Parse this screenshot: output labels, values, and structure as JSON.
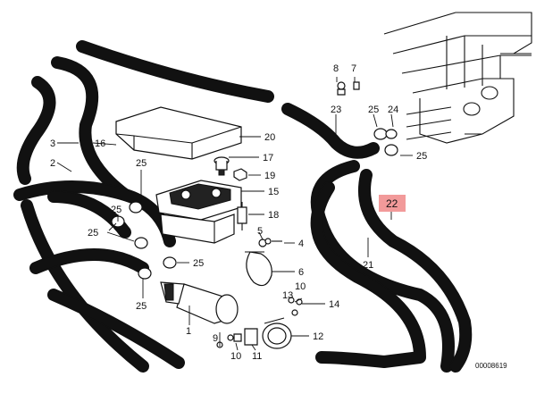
{
  "highlight_color": "#f29a9a",
  "callouts": {
    "c1": "1",
    "c2": "2",
    "c3": "3",
    "c4": "4",
    "c5": "5",
    "c6": "6",
    "c7": "7",
    "c8": "8",
    "c9": "9",
    "c10a": "10",
    "c10b": "10",
    "c11": "11",
    "c12": "12",
    "c13": "13",
    "c14": "14",
    "c15": "15",
    "c16": "16",
    "c17": "17",
    "c18": "18",
    "c19": "19",
    "c20": "20",
    "c21": "21",
    "c22": "22",
    "c23": "23",
    "c24": "24",
    "c25a": "25",
    "c25b": "25",
    "c25c": "25",
    "c25d": "25",
    "c25e": "25",
    "c25f": "25",
    "c25g": "25"
  },
  "document_number": "00008619"
}
